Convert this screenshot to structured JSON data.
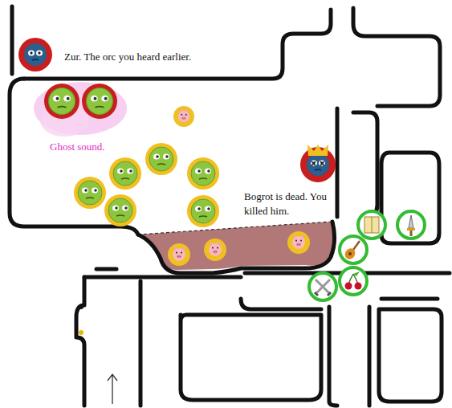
{
  "diagram": {
    "labels": [
      "Zur. The orc you heard earlier.",
      "Ghost sound.",
      "Bogrot is dead. You killed him."
    ]
  }
}
